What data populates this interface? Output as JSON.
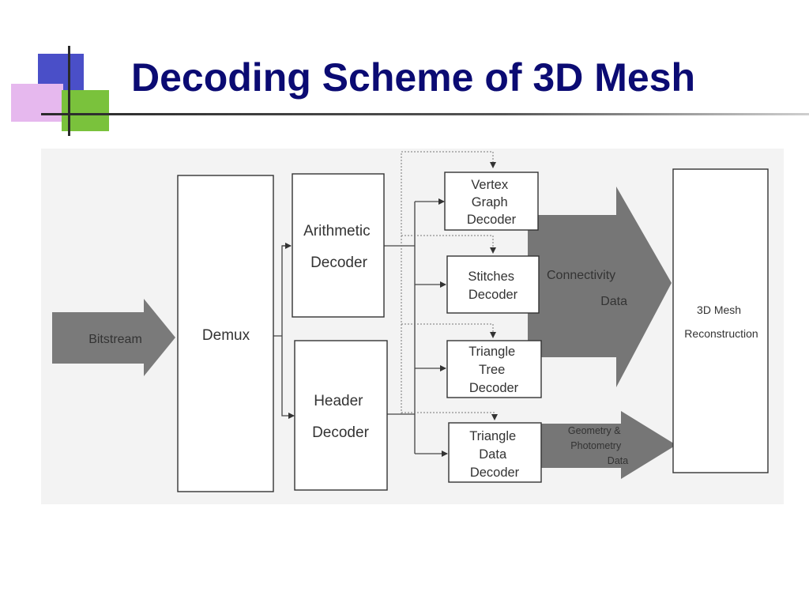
{
  "slide": {
    "title": "Decoding Scheme of 3D Mesh"
  },
  "diagram": {
    "bitstream": "Bitstream",
    "demux": "Demux",
    "arithmetic_decoder": [
      "Arithmetic",
      "Decoder"
    ],
    "header_decoder": [
      "Header",
      "Decoder"
    ],
    "vertex_graph_decoder": [
      "Vertex",
      "Graph",
      "Decoder"
    ],
    "stitches_decoder": [
      "Stitches",
      "Decoder"
    ],
    "triangle_tree_decoder": [
      "Triangle",
      "Tree",
      "Decoder"
    ],
    "triangle_data_decoder": [
      "Triangle",
      "Data",
      "Decoder"
    ],
    "connectivity_data": [
      "Connectivity",
      "Data"
    ],
    "geometry_photometry_data": [
      "Geometry &",
      "Photometry",
      "Data"
    ],
    "reconstruction": [
      "3D Mesh",
      "Reconstruction"
    ]
  },
  "colors": {
    "title": "#0b0b73",
    "arrow_fill": "#7a7a7a",
    "box_stroke": "#333333"
  },
  "decoration_icons": [
    "blue-square-icon",
    "pink-square-icon",
    "green-square-icon"
  ]
}
